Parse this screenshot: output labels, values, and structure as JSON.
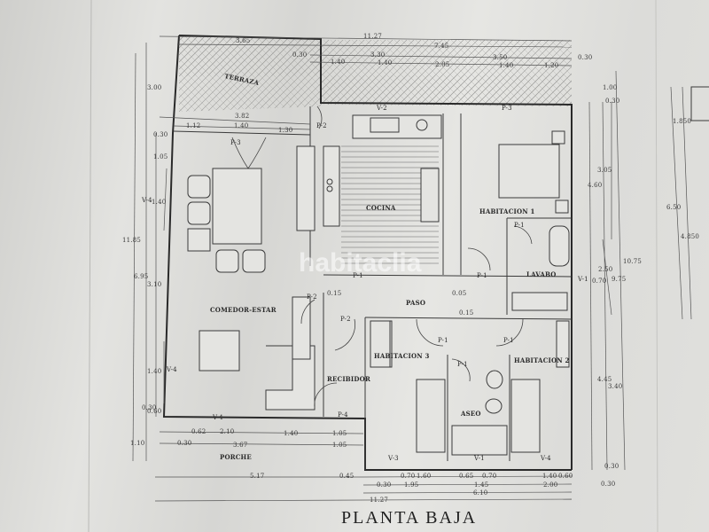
{
  "plan": {
    "title": "PLANTA BAJA",
    "watermark": "habitaclia",
    "rooms": [
      {
        "id": "terraza",
        "label": "TERRAZA"
      },
      {
        "id": "cocina",
        "label": "COCINA"
      },
      {
        "id": "habitacion-1",
        "label": "HABITACION 1"
      },
      {
        "id": "lavabo",
        "label": "LAVABO"
      },
      {
        "id": "comedor-estar",
        "label": "COMEDOR-ESTAR"
      },
      {
        "id": "paso",
        "label": "PASO"
      },
      {
        "id": "habitacion-3",
        "label": "HABITACION 3"
      },
      {
        "id": "habitacion-2",
        "label": "HABITACION 2"
      },
      {
        "id": "recibidor",
        "label": "RECIBIDOR"
      },
      {
        "id": "aseo",
        "label": "ASEO"
      },
      {
        "id": "porche",
        "label": "PORCHE"
      }
    ],
    "openings": {
      "v2": "V-2",
      "p2a": "P-2",
      "p3a": "P-3",
      "p3b": "P-3",
      "p1a": "P-1",
      "p1b": "P-1",
      "p1c": "P-1",
      "p2b": "P-2",
      "p2c": "P-2",
      "p1d": "P-1",
      "p1e": "P-1",
      "p1f": "P-1",
      "p4": "P-4",
      "v4a": "V-4",
      "v4b": "V-4",
      "v4c": "V-4",
      "v3": "V-3",
      "v1a": "V-1",
      "v1b": "V-1",
      "v4d": "V-4"
    },
    "dimensions": {
      "top": [
        "11.27",
        "7.45",
        "3.30",
        "3.50",
        "0.30",
        "1.40",
        "1.40",
        "2.05",
        "1.40",
        "1.20",
        "0.30",
        "3.65"
      ],
      "terrace": [
        "3.82",
        "1.12",
        "1.40",
        "1.30"
      ],
      "left": [
        "3.00",
        "0.30",
        "1.05",
        "1.40",
        "11.85",
        "6.95",
        "3.10",
        "1.40",
        "0.30",
        "0.60"
      ],
      "right": [
        "1.00",
        "0.30",
        "3.05",
        "4.60",
        "2.50",
        "0.70",
        "9.75",
        "10.75",
        "4.45",
        "3.40",
        "0.30"
      ],
      "interior": [
        "0.15",
        "0.05",
        "0.15"
      ],
      "bottom_front": [
        "0.62",
        "2.10",
        "1.40",
        "1.05",
        "1.10",
        "0.30",
        "3.67",
        "1.05"
      ],
      "bottom": [
        "5.17",
        "0.45",
        "0.70",
        "1.60",
        "0.65",
        "0.70",
        "1.40",
        "0.60",
        "0.30",
        "1.95",
        "1.45",
        "2.00",
        "0.30",
        "6.10",
        "11.27"
      ],
      "adjacent_plan": [
        "1.850",
        "6.50",
        "4.850"
      ]
    }
  }
}
